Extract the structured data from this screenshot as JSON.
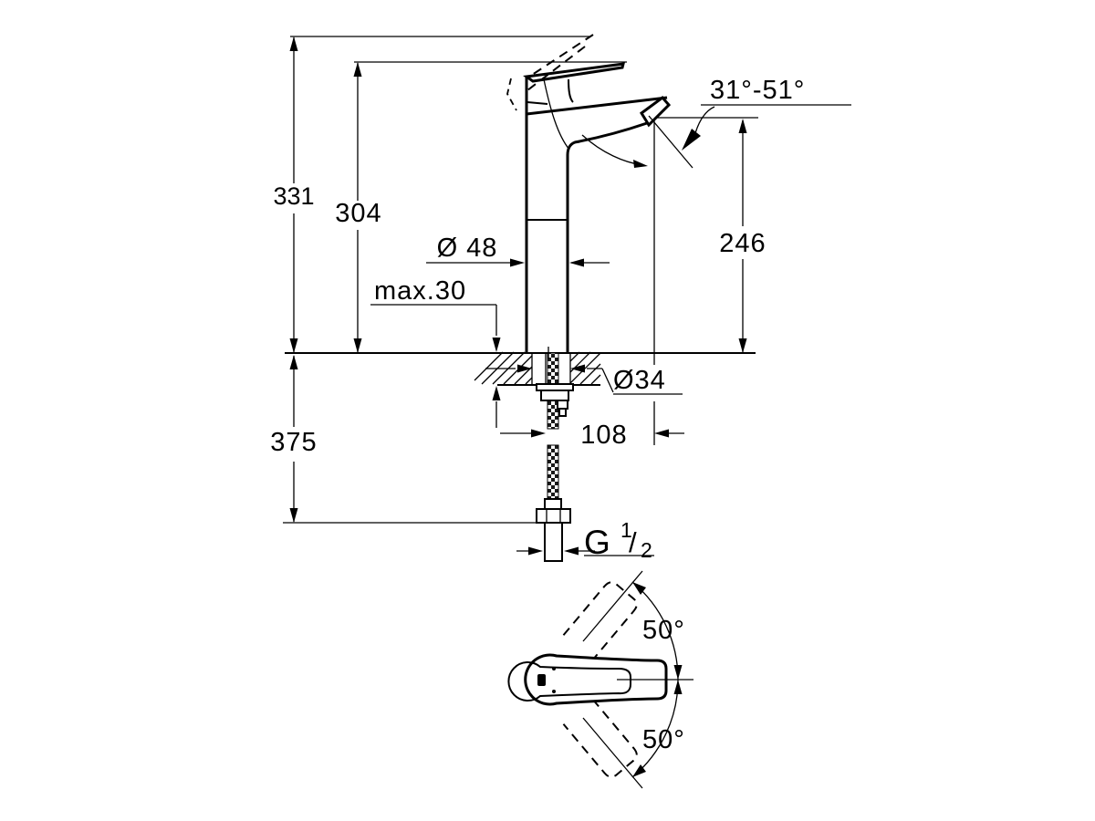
{
  "drawing": {
    "dimensions": {
      "height_overall": "331",
      "height_body": "304",
      "height_outlet": "246",
      "depth_below_deck": "375",
      "body_diameter": "Ø 48",
      "deck_max_thickness": "max.30",
      "hole_diameter": "Ø34",
      "spout_reach": "108"
    },
    "angles": {
      "aerator_range": "31°-51°",
      "swivel_upper": "50°",
      "swivel_lower": "50°"
    },
    "thread": {
      "prefix": "G",
      "numerator": "1",
      "slash": "/",
      "denominator": "2"
    },
    "colors": {
      "ink": "#000000",
      "paper": "#ffffff"
    }
  }
}
